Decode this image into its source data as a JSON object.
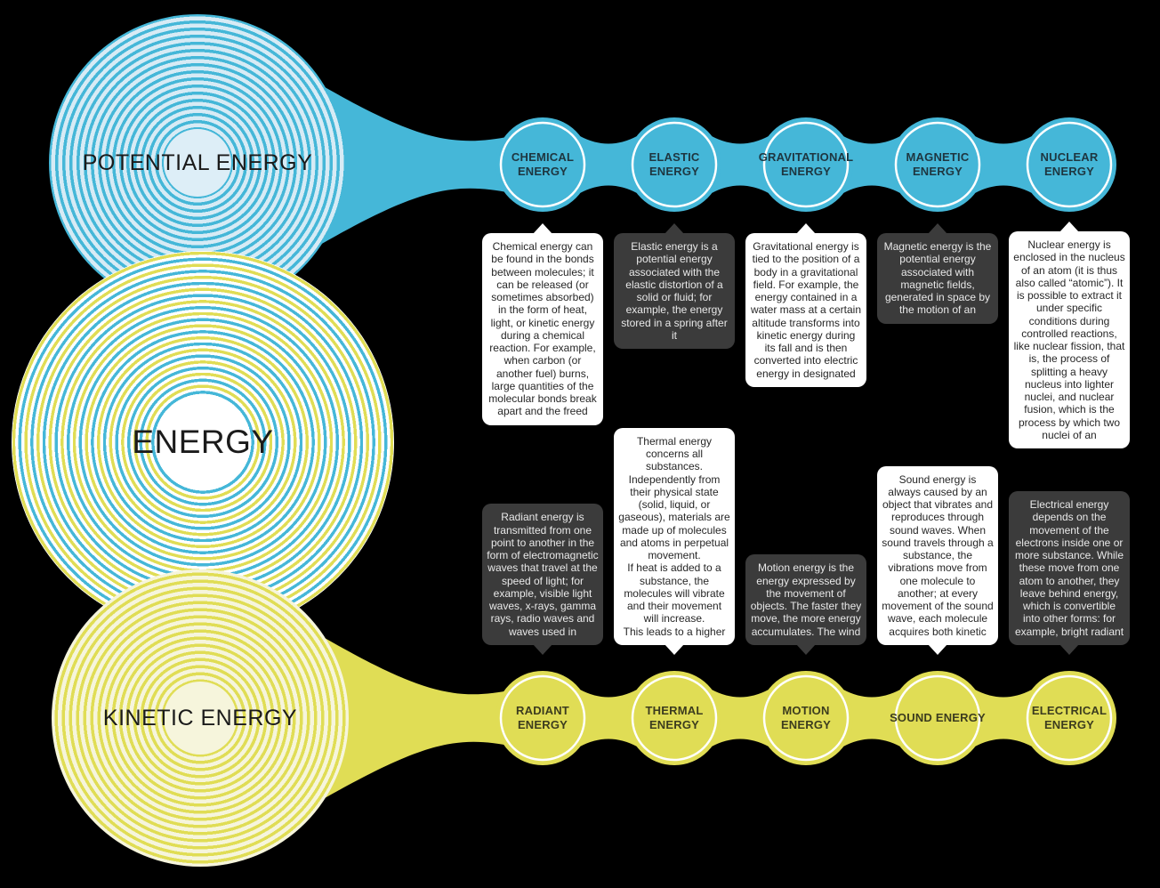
{
  "colors": {
    "cyan": "#45b7d8",
    "cyan_light": "#d7ebf5",
    "yellow": "#e0dd55",
    "yellow_light": "#f6f5dc",
    "box_dark": "#3b3b3b",
    "box_light": "#ffffff",
    "background": "#000000"
  },
  "hubs": {
    "potential": {
      "label": "POTENTIAL ENERGY"
    },
    "energy": {
      "label": "ENERGY"
    },
    "kinetic": {
      "label": "KINETIC ENERGY"
    }
  },
  "potential_branch": {
    "nodes": [
      {
        "label": "CHEMICAL ENERGY",
        "box": "light",
        "description": "Chemical energy can be found in the bonds between molecules; it can be released (or sometimes absorbed) in the form of heat, light, or kinetic energy during a chemical reaction. For example, when carbon (or another fuel) burns, large quantities of the molecular bonds break apart and the freed"
      },
      {
        "label": "ELASTIC ENERGY",
        "box": "dark",
        "description": "Elastic energy is a potential energy associated with the elastic distortion of a solid or fluid; for example, the energy stored in a spring after it"
      },
      {
        "label": "GRAVITATIONAL ENERGY",
        "box": "light",
        "description": "Gravitational energy is tied to the position of a body in a gravitational field. For example, the energy contained in a water mass at a certain altitude transforms into kinetic energy during its fall and is then converted into electric energy in designated"
      },
      {
        "label": "MAGNETIC ENERGY",
        "box": "dark",
        "description": "Magnetic energy is the potential energy associated with magnetic fields, generated in space by the motion of an"
      },
      {
        "label": "NUCLEAR ENERGY",
        "box": "light",
        "description": "Nuclear energy is enclosed in the nucleus of an atom (it is thus also called “atomic”). It is possible to extract it under specific conditions during controlled reactions, like nuclear fission, that is, the process of splitting a heavy nucleus into lighter nuclei, and nuclear fusion, which is the process by which two nuclei of an"
      }
    ]
  },
  "kinetic_branch": {
    "nodes": [
      {
        "label": "RADIANT ENERGY",
        "box": "dark",
        "description": "Radiant energy is transmitted from one point to another in the form of electromagnetic waves that travel at the speed of light; for example, visible light waves, x-rays, gamma rays, radio waves and waves used in"
      },
      {
        "label": "THERMAL ENERGY",
        "box": "light",
        "description": "Thermal energy concerns all substances. Independently from their physical state (solid, liquid, or gaseous), materials are made up of molecules and atoms in perpetual movement.\nIf heat is added to a substance, the molecules will vibrate and their movement will increase.\nThis leads to a higher"
      },
      {
        "label": "MOTION ENERGY",
        "box": "dark",
        "description": "Motion energy is the energy expressed by the movement of objects. The faster they move, the more energy accumulates. The wind"
      },
      {
        "label": "SOUND ENERGY",
        "box": "light",
        "description": "Sound energy is always caused by an object that vibrates and reproduces through sound waves. When sound travels through a substance, the vibrations move from one molecule to another; at every movement of the sound wave, each molecule acquires both kinetic"
      },
      {
        "label": "ELECTRICAL ENERGY",
        "box": "dark",
        "description": "Electrical energy depends on the movement of the electrons inside one or more substance. While these move from one atom to another, they leave behind energy, which is convertible into other forms: for example, bright radiant"
      }
    ]
  }
}
